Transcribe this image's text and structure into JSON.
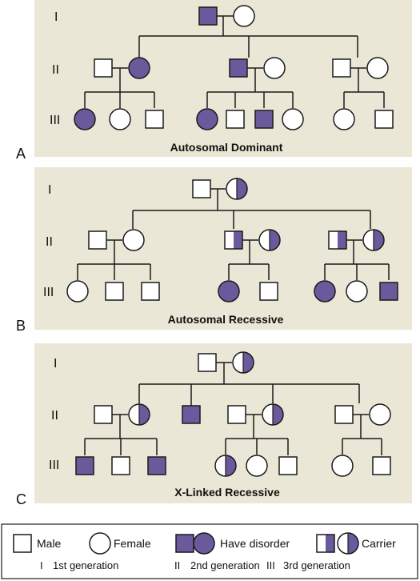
{
  "colors": {
    "panel_background": "#ebe7d6",
    "affected_fill": "#6a5a9c",
    "symbol_fill": "#ffffff",
    "line": "#1a1a1a",
    "text": "#111111"
  },
  "panels": [
    {
      "letter": "A",
      "title": "Autosomal Dominant",
      "generation_labels": [
        "I",
        "II",
        "III"
      ],
      "individuals": [
        {
          "id": "A-I-1",
          "sex": "male",
          "status": "affected"
        },
        {
          "id": "A-I-2",
          "sex": "female",
          "status": "unaffected"
        },
        {
          "id": "A-II-1",
          "sex": "male",
          "status": "unaffected"
        },
        {
          "id": "A-II-2",
          "sex": "female",
          "status": "affected"
        },
        {
          "id": "A-II-3",
          "sex": "male",
          "status": "affected"
        },
        {
          "id": "A-II-4",
          "sex": "female",
          "status": "unaffected"
        },
        {
          "id": "A-II-5",
          "sex": "male",
          "status": "unaffected"
        },
        {
          "id": "A-II-6",
          "sex": "female",
          "status": "unaffected"
        },
        {
          "id": "A-III-1",
          "sex": "female",
          "status": "affected"
        },
        {
          "id": "A-III-2",
          "sex": "female",
          "status": "unaffected"
        },
        {
          "id": "A-III-3",
          "sex": "male",
          "status": "unaffected"
        },
        {
          "id": "A-III-4",
          "sex": "female",
          "status": "affected"
        },
        {
          "id": "A-III-5",
          "sex": "male",
          "status": "unaffected"
        },
        {
          "id": "A-III-6",
          "sex": "male",
          "status": "affected"
        },
        {
          "id": "A-III-7",
          "sex": "female",
          "status": "unaffected"
        },
        {
          "id": "A-III-8",
          "sex": "female",
          "status": "unaffected"
        },
        {
          "id": "A-III-9",
          "sex": "male",
          "status": "unaffected"
        }
      ]
    },
    {
      "letter": "B",
      "title": "Autosomal Recessive",
      "generation_labels": [
        "I",
        "II",
        "III"
      ],
      "individuals": [
        {
          "id": "B-I-1",
          "sex": "male",
          "status": "unaffected"
        },
        {
          "id": "B-I-2",
          "sex": "female",
          "status": "carrier"
        },
        {
          "id": "B-II-1",
          "sex": "male",
          "status": "unaffected"
        },
        {
          "id": "B-II-2",
          "sex": "female",
          "status": "unaffected"
        },
        {
          "id": "B-II-3",
          "sex": "male",
          "status": "carrier"
        },
        {
          "id": "B-II-4",
          "sex": "female",
          "status": "carrier"
        },
        {
          "id": "B-II-5",
          "sex": "male",
          "status": "carrier"
        },
        {
          "id": "B-II-6",
          "sex": "female",
          "status": "carrier"
        },
        {
          "id": "B-III-1",
          "sex": "female",
          "status": "unaffected"
        },
        {
          "id": "B-III-2",
          "sex": "male",
          "status": "unaffected"
        },
        {
          "id": "B-III-3",
          "sex": "male",
          "status": "unaffected"
        },
        {
          "id": "B-III-4",
          "sex": "female",
          "status": "affected"
        },
        {
          "id": "B-III-5",
          "sex": "male",
          "status": "unaffected"
        },
        {
          "id": "B-III-6",
          "sex": "female",
          "status": "affected"
        },
        {
          "id": "B-III-7",
          "sex": "female",
          "status": "unaffected"
        },
        {
          "id": "B-III-8",
          "sex": "male",
          "status": "affected"
        }
      ]
    },
    {
      "letter": "C",
      "title": "X-Linked Recessive",
      "generation_labels": [
        "I",
        "II",
        "III"
      ],
      "individuals": [
        {
          "id": "C-I-1",
          "sex": "male",
          "status": "unaffected"
        },
        {
          "id": "C-I-2",
          "sex": "female",
          "status": "carrier"
        },
        {
          "id": "C-II-1",
          "sex": "male",
          "status": "unaffected"
        },
        {
          "id": "C-II-2",
          "sex": "female",
          "status": "carrier"
        },
        {
          "id": "C-II-3",
          "sex": "male",
          "status": "affected"
        },
        {
          "id": "C-II-4",
          "sex": "male",
          "status": "unaffected"
        },
        {
          "id": "C-II-5",
          "sex": "female",
          "status": "carrier"
        },
        {
          "id": "C-II-6",
          "sex": "male",
          "status": "unaffected"
        },
        {
          "id": "C-II-7",
          "sex": "female",
          "status": "unaffected"
        },
        {
          "id": "C-III-1",
          "sex": "male",
          "status": "affected"
        },
        {
          "id": "C-III-2",
          "sex": "male",
          "status": "unaffected"
        },
        {
          "id": "C-III-3",
          "sex": "male",
          "status": "affected"
        },
        {
          "id": "C-III-4",
          "sex": "female",
          "status": "carrier"
        },
        {
          "id": "C-III-5",
          "sex": "female",
          "status": "unaffected"
        },
        {
          "id": "C-III-6",
          "sex": "male",
          "status": "unaffected"
        },
        {
          "id": "C-III-7",
          "sex": "female",
          "status": "unaffected"
        },
        {
          "id": "C-III-8",
          "sex": "male",
          "status": "unaffected"
        }
      ]
    }
  ],
  "legend": {
    "male": "Male",
    "female": "Female",
    "affected": "Have disorder",
    "carrier": "Carrier",
    "generations": [
      {
        "numeral": "I",
        "label": "1st generation"
      },
      {
        "numeral": "II",
        "label": "2nd generation"
      },
      {
        "numeral": "III",
        "label": "3rd generation"
      }
    ]
  }
}
